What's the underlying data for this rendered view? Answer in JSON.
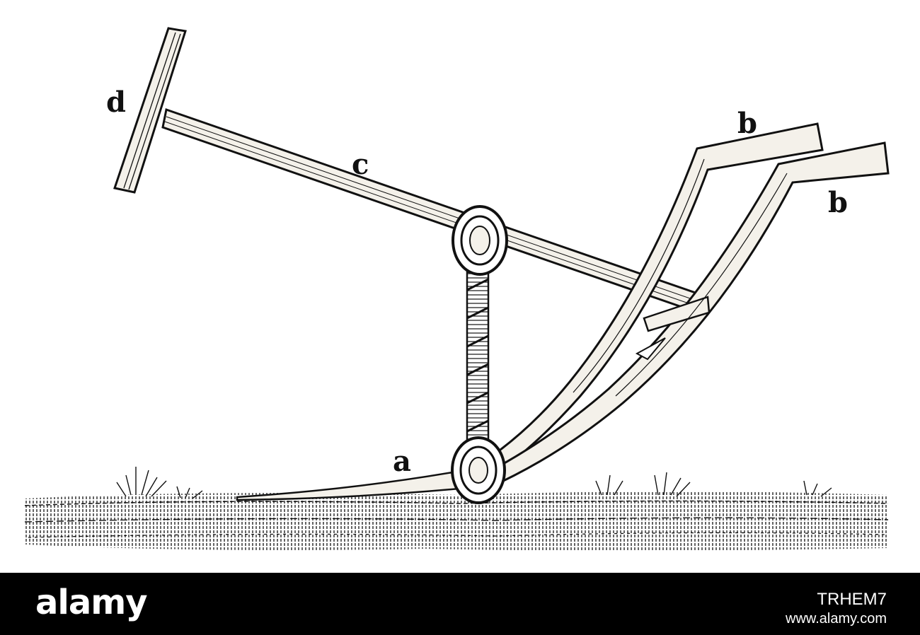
{
  "labels": {
    "share": "a",
    "handle_left": "b",
    "handle_right": "b",
    "beam": "c",
    "yoke": "d"
  },
  "footer": {
    "brand": "alamy",
    "image_id": "TRHEM7",
    "site": "www.alamy.com"
  },
  "colors": {
    "ink": "#111111",
    "wood": "#f4f1ea",
    "footer_bg": "#000000",
    "footer_text": "#ffffff"
  }
}
